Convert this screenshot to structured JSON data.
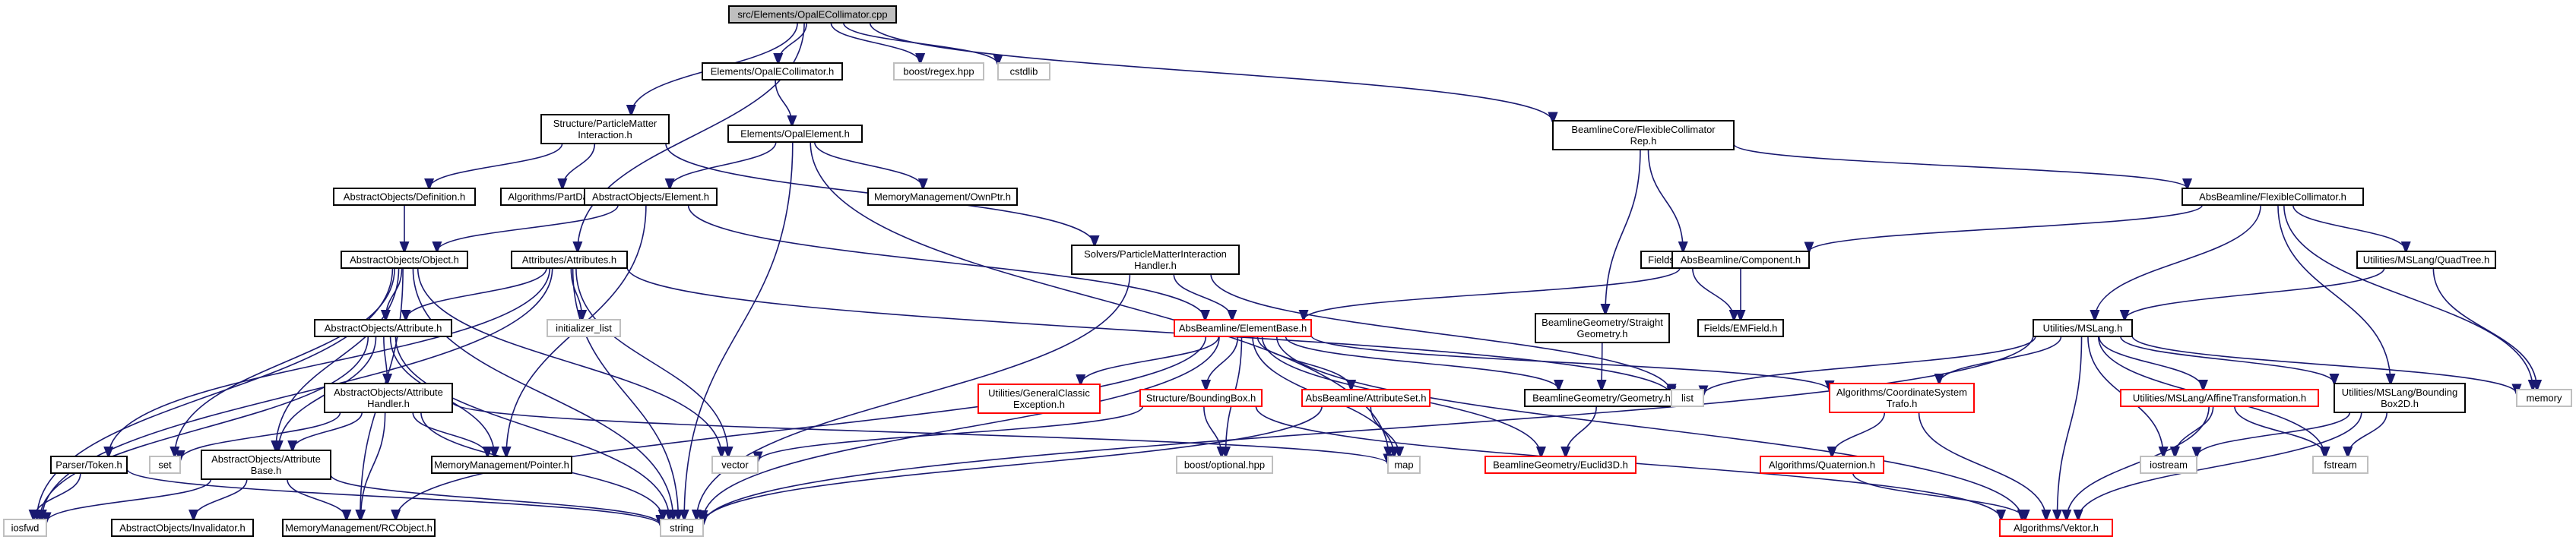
{
  "colors": {
    "edge": "#191970",
    "root_fill": "#bfbfbf",
    "normal_border": "#000000",
    "missing_border": "#bfbfbf",
    "truncated_border": "#ff0000"
  },
  "nodes": [
    {
      "id": "root",
      "lines": [
        "src/Elements/OpalECollimator.cpp"
      ],
      "kind": "root"
    },
    {
      "id": "spmi",
      "lines": [
        "Structure/ParticleMatter",
        "Interaction.h"
      ],
      "kind": "normal"
    },
    {
      "id": "eoc",
      "lines": [
        "Elements/OpalECollimator.h"
      ],
      "kind": "normal"
    },
    {
      "id": "regex",
      "lines": [
        "boost/regex.hpp"
      ],
      "kind": "missing"
    },
    {
      "id": "cstdlib",
      "lines": [
        "cstdlib"
      ],
      "kind": "missing"
    },
    {
      "id": "bfcr",
      "lines": [
        "BeamlineCore/FlexibleCollimator",
        "Rep.h"
      ],
      "kind": "normal"
    },
    {
      "id": "eoe",
      "lines": [
        "Elements/OpalElement.h"
      ],
      "kind": "normal"
    },
    {
      "id": "def",
      "lines": [
        "AbstractObjects/Definition.h"
      ],
      "kind": "normal"
    },
    {
      "id": "pdata",
      "lines": [
        "Algorithms/PartData.h"
      ],
      "kind": "normal"
    },
    {
      "id": "elem",
      "lines": [
        "AbstractObjects/Element.h"
      ],
      "kind": "normal"
    },
    {
      "id": "ownptr",
      "lines": [
        "MemoryManagement/OwnPtr.h"
      ],
      "kind": "normal"
    },
    {
      "id": "absfc",
      "lines": [
        "AbsBeamline/FlexibleCollimator.h"
      ],
      "kind": "normal"
    },
    {
      "id": "obj",
      "lines": [
        "AbstractObjects/Object.h"
      ],
      "kind": "normal"
    },
    {
      "id": "attrs",
      "lines": [
        "Attributes/Attributes.h"
      ],
      "kind": "normal"
    },
    {
      "id": "spmih",
      "lines": [
        "Solvers/ParticleMatterInteraction",
        "Handler.h"
      ],
      "kind": "normal"
    },
    {
      "id": "nullf",
      "lines": [
        "Fields/NullField.h"
      ],
      "kind": "normal"
    },
    {
      "id": "comp",
      "lines": [
        "AbsBeamline/Component.h"
      ],
      "kind": "normal"
    },
    {
      "id": "quadtree",
      "lines": [
        "Utilities/MSLang/QuadTree.h"
      ],
      "kind": "normal"
    },
    {
      "id": "attr",
      "lines": [
        "AbstractObjects/Attribute.h"
      ],
      "kind": "normal"
    },
    {
      "id": "initlist",
      "lines": [
        "initializer_list"
      ],
      "kind": "missing"
    },
    {
      "id": "aeb",
      "lines": [
        "AbsBeamline/ElementBase.h"
      ],
      "kind": "truncated"
    },
    {
      "id": "bgsg",
      "lines": [
        "BeamlineGeometry/Straight",
        "Geometry.h"
      ],
      "kind": "normal"
    },
    {
      "id": "emf",
      "lines": [
        "Fields/EMField.h"
      ],
      "kind": "normal"
    },
    {
      "id": "mslang",
      "lines": [
        "Utilities/MSLang.h"
      ],
      "kind": "normal"
    },
    {
      "id": "aoah",
      "lines": [
        "AbstractObjects/Attribute",
        "Handler.h"
      ],
      "kind": "normal"
    },
    {
      "id": "ugce",
      "lines": [
        "Utilities/GeneralClassic",
        "Exception.h"
      ],
      "kind": "truncated"
    },
    {
      "id": "sbb",
      "lines": [
        "Structure/BoundingBox.h"
      ],
      "kind": "truncated"
    },
    {
      "id": "aas",
      "lines": [
        "AbsBeamline/AttributeSet.h"
      ],
      "kind": "truncated"
    },
    {
      "id": "bgg",
      "lines": [
        "BeamlineGeometry/Geometry.h"
      ],
      "kind": "normal"
    },
    {
      "id": "list",
      "lines": [
        "list"
      ],
      "kind": "missing"
    },
    {
      "id": "acst",
      "lines": [
        "Algorithms/CoordinateSystem",
        "Trafo.h"
      ],
      "kind": "truncated"
    },
    {
      "id": "uaff",
      "lines": [
        "Utilities/MSLang/AffineTransformation.h"
      ],
      "kind": "truncated"
    },
    {
      "id": "ubb2",
      "lines": [
        "Utilities/MSLang/Bounding",
        "Box2D.h"
      ],
      "kind": "normal"
    },
    {
      "id": "memory",
      "lines": [
        "memory"
      ],
      "kind": "missing"
    },
    {
      "id": "set",
      "lines": [
        "set"
      ],
      "kind": "missing"
    },
    {
      "id": "aoab",
      "lines": [
        "AbstractObjects/Attribute",
        "Base.h"
      ],
      "kind": "normal"
    },
    {
      "id": "mmp",
      "lines": [
        "MemoryManagement/Pointer.h"
      ],
      "kind": "normal"
    },
    {
      "id": "vector",
      "lines": [
        "vector"
      ],
      "kind": "missing"
    },
    {
      "id": "map",
      "lines": [
        "map"
      ],
      "kind": "missing"
    },
    {
      "id": "boptional",
      "lines": [
        "boost/optional.hpp"
      ],
      "kind": "missing"
    },
    {
      "id": "bge3d",
      "lines": [
        "BeamlineGeometry/Euclid3D.h"
      ],
      "kind": "truncated"
    },
    {
      "id": "iostream",
      "lines": [
        "iostream"
      ],
      "kind": "missing"
    },
    {
      "id": "fstream",
      "lines": [
        "fstream"
      ],
      "kind": "missing"
    },
    {
      "id": "ptoken",
      "lines": [
        "Parser/Token.h"
      ],
      "kind": "normal"
    },
    {
      "id": "aquat",
      "lines": [
        "Algorithms/Quaternion.h"
      ],
      "kind": "truncated"
    },
    {
      "id": "iosfwd",
      "lines": [
        "iosfwd"
      ],
      "kind": "missing"
    },
    {
      "id": "aoinv",
      "lines": [
        "AbstractObjects/Invalidator.h"
      ],
      "kind": "normal"
    },
    {
      "id": "mmrc",
      "lines": [
        "MemoryManagement/RCObject.h"
      ],
      "kind": "normal"
    },
    {
      "id": "string",
      "lines": [
        "string"
      ],
      "kind": "missing"
    },
    {
      "id": "avek",
      "lines": [
        "Algorithms/Vektor.h"
      ],
      "kind": "truncated"
    }
  ],
  "edges": [
    [
      "root",
      "spmi"
    ],
    [
      "root",
      "eoc"
    ],
    [
      "root",
      "regex"
    ],
    [
      "root",
      "cstdlib"
    ],
    [
      "root",
      "bfcr"
    ],
    [
      "root",
      "attrs"
    ],
    [
      "spmi",
      "def"
    ],
    [
      "spmi",
      "pdata"
    ],
    [
      "spmi",
      "spmih"
    ],
    [
      "eoc",
      "eoe"
    ],
    [
      "eoe",
      "elem"
    ],
    [
      "eoe",
      "ownptr"
    ],
    [
      "eoe",
      "string"
    ],
    [
      "eoe",
      "map"
    ],
    [
      "bfcr",
      "absfc"
    ],
    [
      "bfcr",
      "nullf"
    ],
    [
      "bfcr",
      "bgsg"
    ],
    [
      "def",
      "obj"
    ],
    [
      "elem",
      "obj"
    ],
    [
      "elem",
      "aeb"
    ],
    [
      "elem",
      "mmp"
    ],
    [
      "obj",
      "attr"
    ],
    [
      "obj",
      "mmrc"
    ],
    [
      "obj",
      "iosfwd"
    ],
    [
      "obj",
      "string"
    ],
    [
      "obj",
      "vector"
    ],
    [
      "obj",
      "set"
    ],
    [
      "obj",
      "aoab"
    ],
    [
      "attrs",
      "attr"
    ],
    [
      "attrs",
      "initlist"
    ],
    [
      "attrs",
      "string"
    ],
    [
      "attrs",
      "vector"
    ],
    [
      "attrs",
      "ptoken"
    ],
    [
      "attrs",
      "list"
    ],
    [
      "attrs",
      "iosfwd"
    ],
    [
      "spmih",
      "aeb"
    ],
    [
      "spmih",
      "string"
    ],
    [
      "spmih",
      "list"
    ],
    [
      "absfc",
      "comp"
    ],
    [
      "absfc",
      "mslang"
    ],
    [
      "absfc",
      "quadtree"
    ],
    [
      "absfc",
      "ubb2"
    ],
    [
      "absfc",
      "memory"
    ],
    [
      "comp",
      "aeb"
    ],
    [
      "comp",
      "emf"
    ],
    [
      "nullf",
      "emf"
    ],
    [
      "quadtree",
      "mslang"
    ],
    [
      "quadtree",
      "memory"
    ],
    [
      "attr",
      "aoah"
    ],
    [
      "attr",
      "aoab"
    ],
    [
      "attr",
      "mmp"
    ],
    [
      "attr",
      "string"
    ],
    [
      "attr",
      "iosfwd"
    ],
    [
      "aoah",
      "aoab"
    ],
    [
      "aoah",
      "mmp"
    ],
    [
      "aoah",
      "mmrc"
    ],
    [
      "aoah",
      "set"
    ],
    [
      "aoah",
      "string"
    ],
    [
      "aoah",
      "map"
    ],
    [
      "aoab",
      "aoinv"
    ],
    [
      "aoab",
      "mmrc"
    ],
    [
      "aoab",
      "string"
    ],
    [
      "aoab",
      "iosfwd"
    ],
    [
      "ptoken",
      "iosfwd"
    ],
    [
      "ptoken",
      "string"
    ],
    [
      "aeb",
      "ugce"
    ],
    [
      "aeb",
      "sbb"
    ],
    [
      "aeb",
      "aas"
    ],
    [
      "aeb",
      "bgg"
    ],
    [
      "aeb",
      "bge3d"
    ],
    [
      "aeb",
      "acst"
    ],
    [
      "aeb",
      "avek"
    ],
    [
      "aeb",
      "map"
    ],
    [
      "aeb",
      "string"
    ],
    [
      "aeb",
      "boptional"
    ],
    [
      "aeb",
      "mmrc"
    ],
    [
      "sbb",
      "vector"
    ],
    [
      "sbb",
      "boptional"
    ],
    [
      "sbb",
      "avek"
    ],
    [
      "aas",
      "map"
    ],
    [
      "aas",
      "string"
    ],
    [
      "bgsg",
      "bgg"
    ],
    [
      "bgg",
      "bge3d"
    ],
    [
      "acst",
      "aquat"
    ],
    [
      "acst",
      "avek"
    ],
    [
      "aquat",
      "avek"
    ],
    [
      "mslang",
      "list"
    ],
    [
      "mslang",
      "string"
    ],
    [
      "mslang",
      "uaff"
    ],
    [
      "mslang",
      "ubb2"
    ],
    [
      "mslang",
      "avek"
    ],
    [
      "mslang",
      "acst"
    ],
    [
      "mslang",
      "iostream"
    ],
    [
      "mslang",
      "fstream"
    ],
    [
      "mslang",
      "memory"
    ],
    [
      "uaff",
      "avek"
    ],
    [
      "uaff",
      "iostream"
    ],
    [
      "uaff",
      "fstream"
    ],
    [
      "ubb2",
      "avek"
    ],
    [
      "ubb2",
      "fstream"
    ],
    [
      "ubb2",
      "iostream"
    ]
  ]
}
